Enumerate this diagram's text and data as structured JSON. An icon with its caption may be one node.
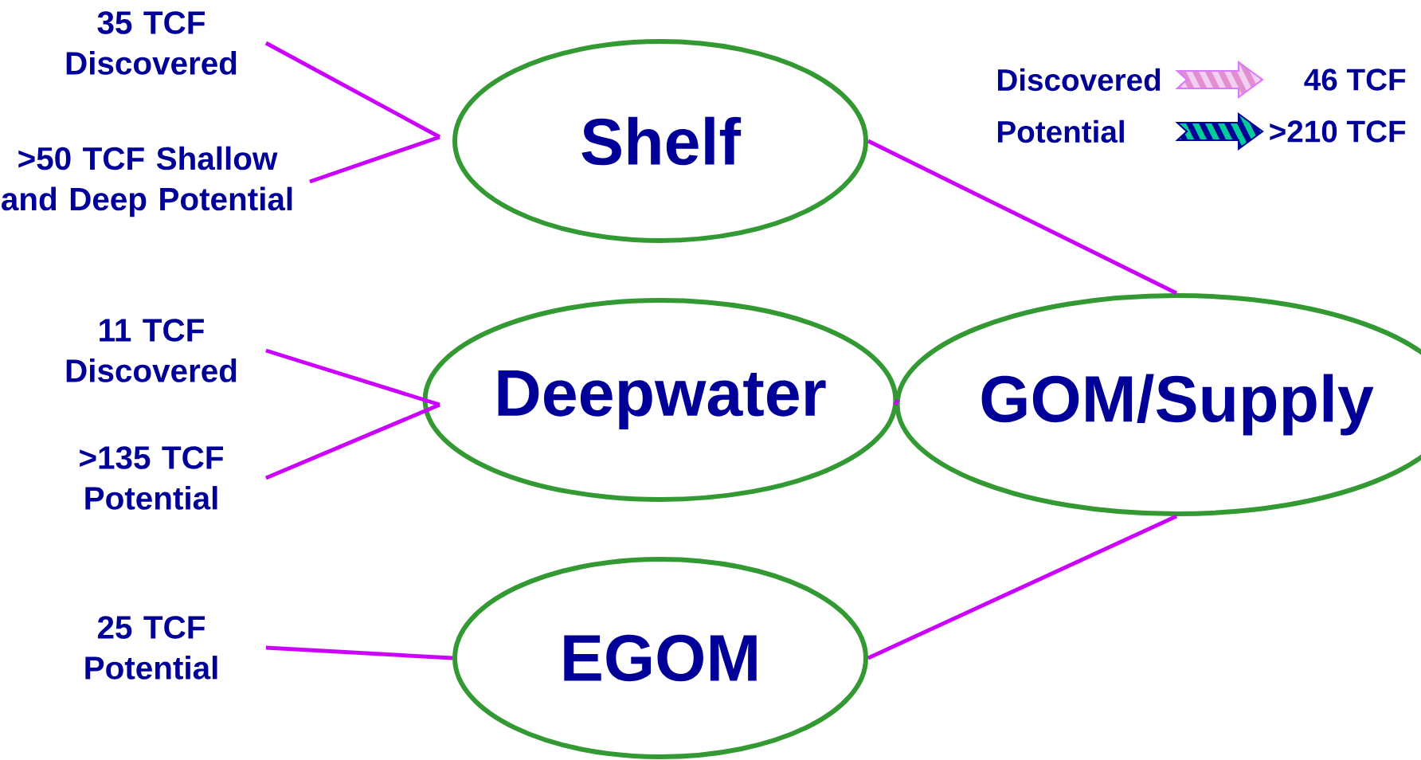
{
  "diagram": {
    "nodes": [
      {
        "text": [
          "35 TCF Discovered"
        ]
      },
      {
        "text": [
          ">50 TCF Shallow and Deep Potential"
        ]
      },
      {
        "text": [
          "Shelf"
        ]
      },
      {
        "text": [
          "11 TCF Discovered"
        ]
      },
      {
        "text": [
          ">135 TCF Potential"
        ]
      },
      {
        "text": [
          "Deepwater"
        ]
      },
      {
        "text": [
          "25 TCF Potential"
        ]
      },
      {
        "text": [
          "EGOM"
        ]
      },
      {
        "text": [
          "GOM/Supply"
        ]
      }
    ],
    "edges": [
      {
        "from": 0,
        "to": 2,
        "arrow": "none"
      },
      {
        "from": 1,
        "to": 2,
        "arrow": "none"
      },
      {
        "from": 3,
        "to": 5,
        "arrow": "none"
      },
      {
        "from": 4,
        "to": 5,
        "arrow": "none"
      },
      {
        "from": 6,
        "to": 7,
        "arrow": "none"
      },
      {
        "from": 2,
        "to": 8,
        "arrow": "none"
      },
      {
        "from": 5,
        "to": 8,
        "arrow": "none"
      },
      {
        "from": 7,
        "to": 8,
        "arrow": "none"
      }
    ],
    "labels": [
      "46 TCF",
      ">210 TCF"
    ],
    "legend": [
      {
        "text": "Discovered"
      },
      {
        "text": "Potential"
      }
    ]
  }
}
